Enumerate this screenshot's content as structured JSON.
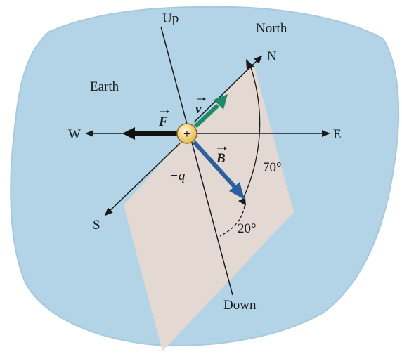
{
  "labels": {
    "up": "Up",
    "down": "Down",
    "north": "North",
    "n": "N",
    "s": "S",
    "e": "E",
    "w": "W",
    "earth": "Earth",
    "charge": "+q",
    "charge_sign": "+",
    "angle_70": "70°",
    "angle_20": "20°"
  },
  "vectors": {
    "v": "v",
    "F": "F",
    "B": "B"
  },
  "colors": {
    "earth_fill": "#b3d4e6",
    "earth_edge": "#8fb6cc",
    "plane_fill": "#e8d9d0",
    "velocity": "#1f8a6a",
    "magnetic": "#2a5fa0",
    "force": "#111111",
    "charge_fill": "#f4d27a"
  }
}
